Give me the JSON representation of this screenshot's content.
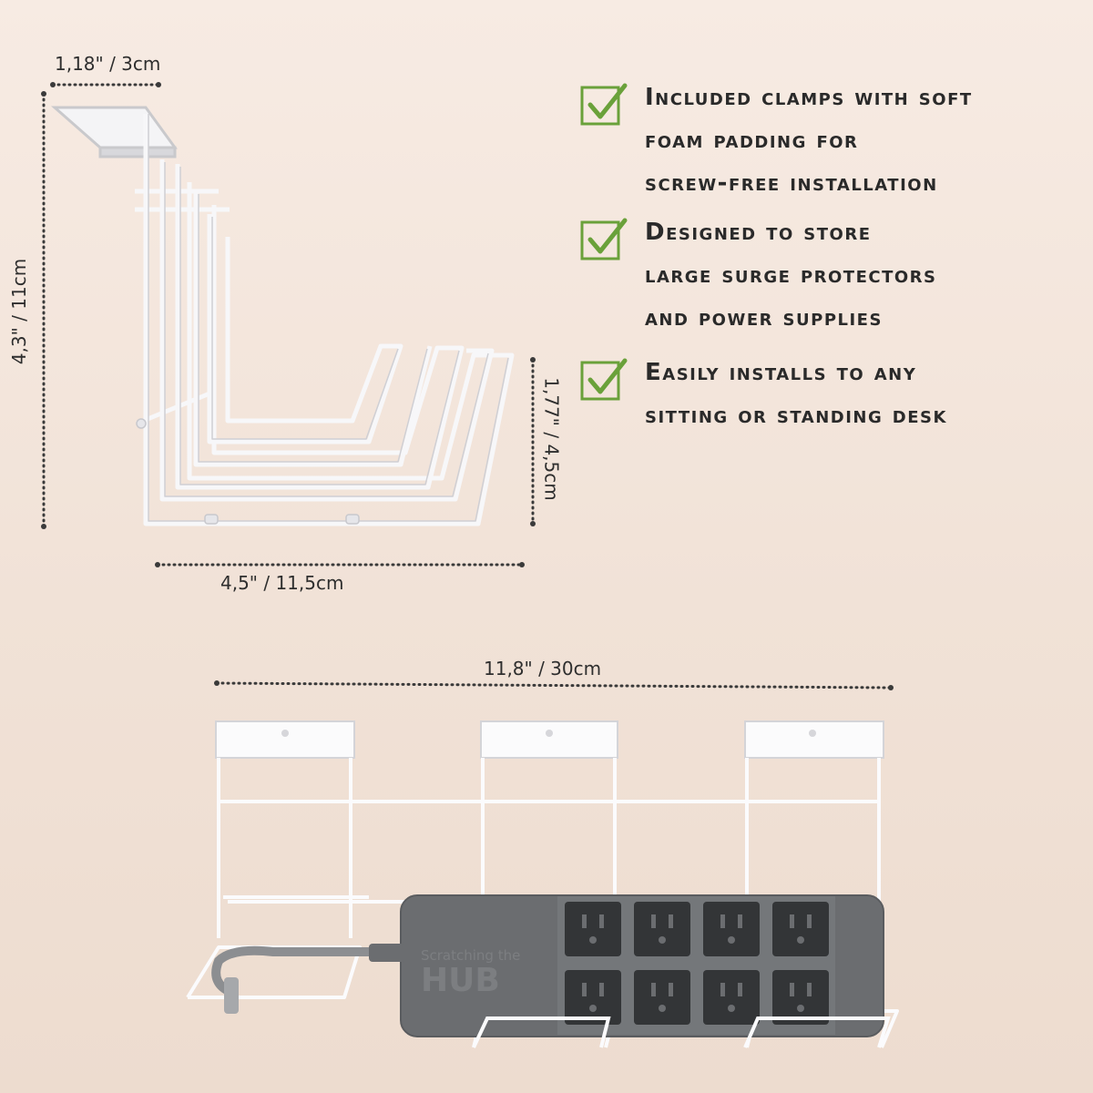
{
  "dimensions": {
    "clamp_width": "1,18\" / 3cm",
    "height": "4,3\" / 11cm",
    "basket_height": "1,77\" / 4,5cm",
    "depth": "4,5\" / 11,5cm",
    "length": "11,8\" / 30cm"
  },
  "features": [
    {
      "icon": "checkmark-icon",
      "text": "Included clamps with soft\nfoam padding for\nscrew-free installation"
    },
    {
      "icon": "checkmark-icon",
      "text": "Designed to store\nlarge surge protectors\nand power supplies"
    },
    {
      "icon": "checkmark-icon",
      "text": "Easily installs to any\nsitting or standing desk"
    }
  ],
  "watermark": {
    "line1": "Scratching the",
    "line2": "HUB"
  },
  "colors": {
    "check_green": "#6aa13a",
    "wire": "#ffffff",
    "surge_protector": "#6b6d70"
  }
}
